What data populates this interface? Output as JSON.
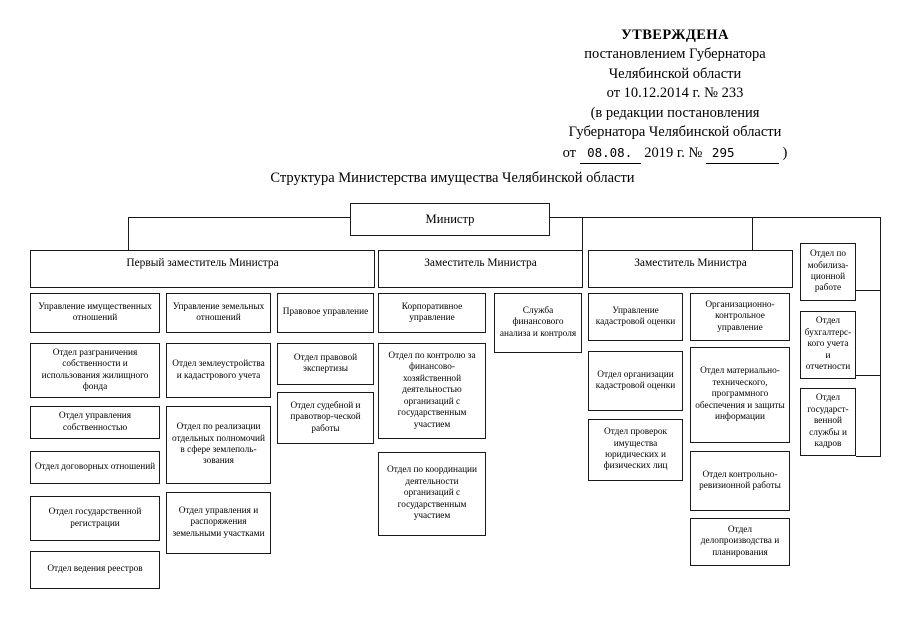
{
  "approval": {
    "title": "УТВЕРЖДЕНА",
    "line1": "постановлением Губернатора",
    "line2": "Челябинской области",
    "line3": "от 10.12.2014 г. № 233",
    "line4": "(в редакции постановления",
    "line5": "Губернатора Челябинской области",
    "sig_prefix": "от",
    "sig_date": "08.08.",
    "sig_year": "2019 г. №",
    "sig_number": "295",
    "sig_suffix": ")"
  },
  "chart_title": "Структура Министерства имущества Челябинской области",
  "nodes": {
    "minister": "Министр",
    "first_deputy": "Первый заместитель Министра",
    "deputy_2": "Заместитель Министра",
    "deputy_3": "Заместитель Министра",
    "mobilization": "Отдел по мобилиза-\nционной работе",
    "accounting": "Отдел бухгалтерс-\nкого учета и\nотчетности",
    "civil_service": "Отдел государст-\nвенной службы и\nкадров",
    "c1_head": "Управление имущественных отношений",
    "c1_a": "Отдел разграничения собственности и использования жилищного фонда",
    "c1_b": "Отдел управления собственностью",
    "c1_c": "Отдел договорных отношений",
    "c1_d": "Отдел государственной регистрации",
    "c1_e": "Отдел ведения реестров",
    "c2_head": "Управление земельных отношений",
    "c2_a": "Отдел землеустройства и кадастрового учета",
    "c2_b": "Отдел по реализации отдельных полномочий в сфере землеполь-зования",
    "c2_c": "Отдел управления и распоряжения земельными участками",
    "c3_head": "Правовое управление",
    "c3_a": "Отдел правовой экспертизы",
    "c3_b": "Отдел судебной и правотвор-ческой работы",
    "c4_head": "Корпоративное управление",
    "c4_a": "Отдел по контролю за финансово-хозяйственной деятельностью организаций с государственным участием",
    "c4_b": "Отдел по координации деятельности организаций с государственным участием",
    "c5_head": "Служба финансового анализа и контроля",
    "c6_head": "Управление кадастровой оценки",
    "c6_a": "Отдел организации кадастровой оценки",
    "c6_b": "Отдел проверок имущества юридических и физических лиц",
    "c7_head": "Организационно-контрольное управление",
    "c7_a": "Отдел материально-технического, программного обеспечения и защиты информации",
    "c7_b": "Отдел контрольно-ревизионной работы",
    "c7_c": "Отдел делопроизводства и планирования"
  }
}
